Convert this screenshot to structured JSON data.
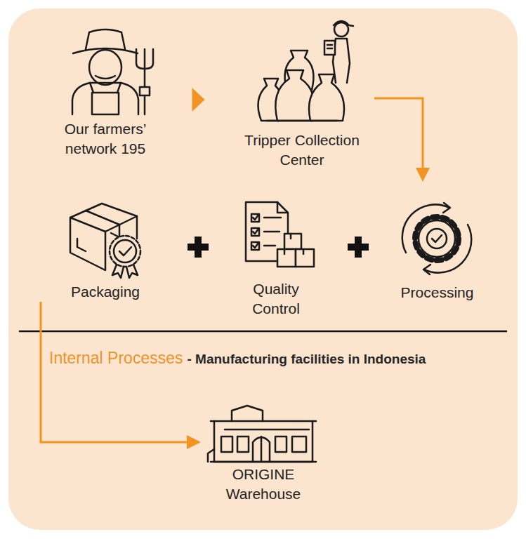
{
  "diagram": {
    "nodes": [
      {
        "text": [
          "Our farmers’ network 195"
        ]
      },
      {
        "text": [
          "Tripper Collection Center"
        ]
      },
      {
        "text": [
          "Packaging"
        ]
      },
      {
        "text": [
          "Quality Control"
        ]
      },
      {
        "text": [
          "Processing"
        ]
      },
      {
        "text": [
          "ORIGINE Warehouse"
        ]
      }
    ],
    "edges": [
      {
        "from": 0,
        "to": 1,
        "arrow": "to"
      },
      {
        "from": 1,
        "to": 4,
        "arrow": "to"
      },
      {
        "from": 2,
        "to": 5,
        "arrow": "to"
      }
    ],
    "labels": [
      "Internal Processes",
      "- Manufacturing facilities in Indonesia"
    ]
  }
}
